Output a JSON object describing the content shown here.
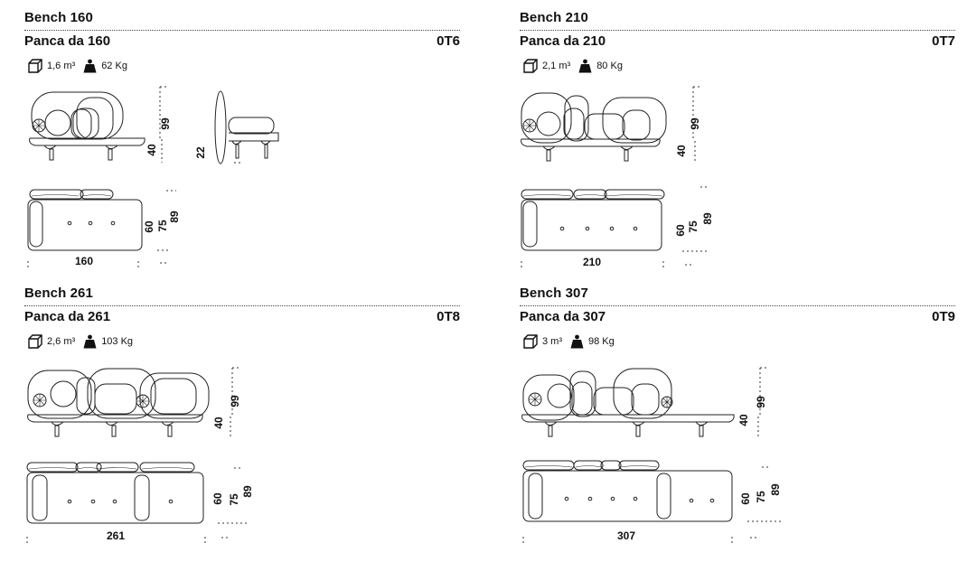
{
  "benches": [
    {
      "name_en": "Bench 160",
      "name_it": "Panca da 160",
      "code": "0T6",
      "volume": "1,6 m³",
      "weight": "62 Kg",
      "dims": {
        "height": "99",
        "seat": "40",
        "back_depth": "22",
        "depth_a": "60",
        "depth_b": "75",
        "depth_c": "89",
        "width": "160"
      }
    },
    {
      "name_en": "Bench 210",
      "name_it": "Panca da 210",
      "code": "0T7",
      "volume": "2,1 m³",
      "weight": "80 Kg",
      "dims": {
        "height": "99",
        "seat": "40",
        "depth_a": "60",
        "depth_b": "75",
        "depth_c": "89",
        "width": "210"
      }
    },
    {
      "name_en": "Bench 261",
      "name_it": "Panca da 261",
      "code": "0T8",
      "volume": "2,6 m³",
      "weight": "103 Kg",
      "dims": {
        "height": "99",
        "seat": "40",
        "depth_a": "60",
        "depth_b": "75",
        "depth_c": "89",
        "width": "261"
      }
    },
    {
      "name_en": "Bench 307",
      "name_it": "Panca da 307",
      "code": "0T9",
      "volume": "3 m³",
      "weight": "98 Kg",
      "dims": {
        "height": "99",
        "seat": "40",
        "depth_a": "60",
        "depth_b": "75",
        "depth_c": "89",
        "width": "307"
      }
    }
  ],
  "icons": {
    "volume": "cube-icon",
    "weight": "weight-icon"
  }
}
